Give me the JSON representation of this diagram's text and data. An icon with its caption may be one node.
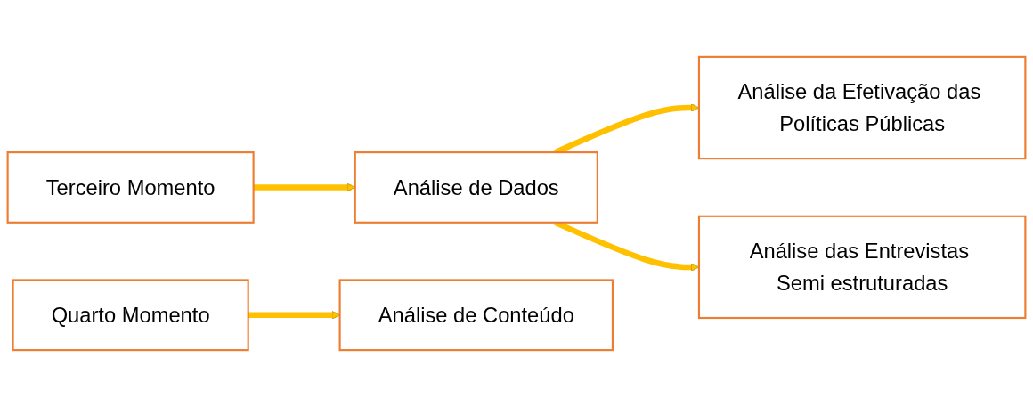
{
  "diagram": {
    "nodes": [
      {
        "text": [
          "Terceiro Momento"
        ]
      },
      {
        "text": [
          "Análise de Dados"
        ]
      },
      {
        "text": [
          "Análise da Efetivação das Políticas Públicas"
        ]
      },
      {
        "text": [
          "Análise das Entrevistas Semi estruturadas"
        ]
      },
      {
        "text": [
          "Quarto Momento"
        ]
      },
      {
        "text": [
          "Análise de Conteúdo"
        ]
      }
    ],
    "edges": [
      {
        "from": 0,
        "to": 1,
        "arrow": "to"
      },
      {
        "from": 1,
        "to": 2,
        "arrow": "to"
      },
      {
        "from": 1,
        "to": 3,
        "arrow": "to"
      },
      {
        "from": 4,
        "to": 5,
        "arrow": "to"
      }
    ]
  }
}
